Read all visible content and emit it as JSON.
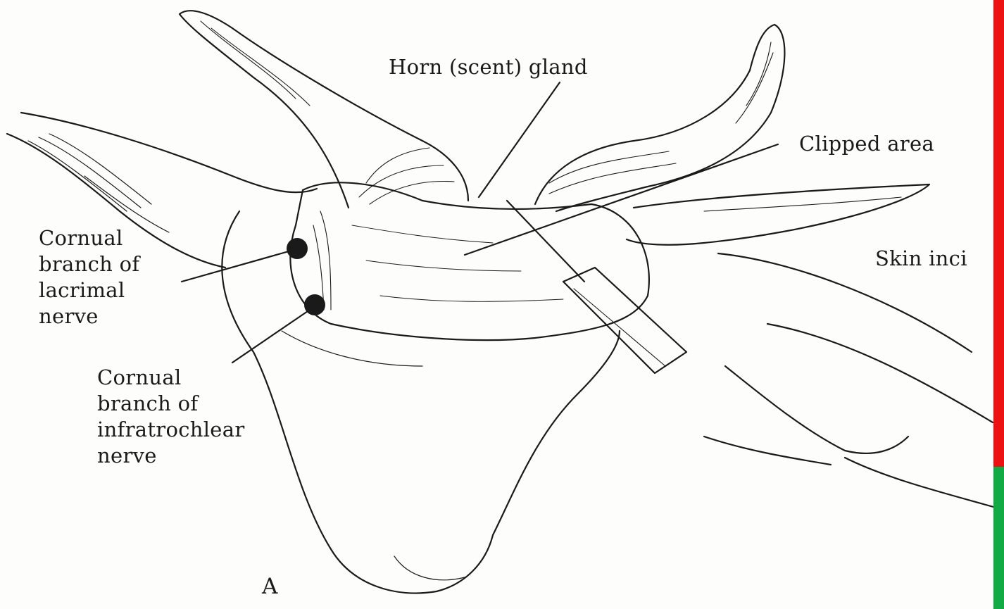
{
  "figure": {
    "panel_letter": "A",
    "labels": {
      "horn_gland": "Horn (scent) gland",
      "clipped_area": "Clipped area",
      "skin_incision": "Skin inci",
      "lacrimal": [
        "Cornual",
        "branch of",
        "lacrimal",
        "nerve"
      ],
      "infratrochlear": [
        "Cornual",
        "branch of",
        "infratrochlear",
        "nerve"
      ]
    }
  },
  "colors": {
    "ink": "#1a1a1a",
    "paper": "#fdfdfb",
    "edge_bar_top": "#ee1111",
    "edge_bar_bottom": "#11aa44"
  }
}
